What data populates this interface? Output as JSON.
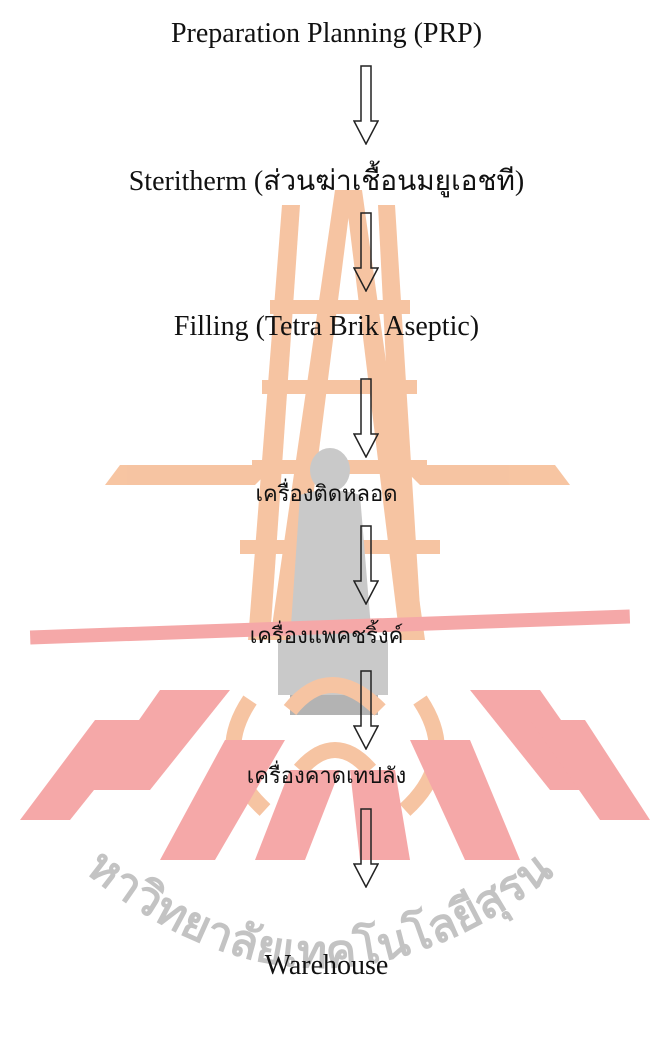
{
  "flowchart": {
    "steps": [
      "Preparation Planning (PRP)",
      "Steritherm (ส่วนฆ่าเชื้อนมยูเอชที)",
      "Filling (Tetra Brik Aseptic)",
      "เครื่องติดหลอด",
      "เครื่องแพคชริ้งค์",
      "เครื่องคาดเทปลัง",
      "Warehouse"
    ]
  },
  "watermark": {
    "text": "มหาวิทยาลัยเทคโนโลยีสุรนารี",
    "colors": {
      "orange": "#f4b183",
      "red": "#f28b8b",
      "gray": "#b8b8b8",
      "dark_gray": "#9a9a9a"
    }
  },
  "colors": {
    "text": "#111111",
    "arrow_stroke": "#222222"
  }
}
